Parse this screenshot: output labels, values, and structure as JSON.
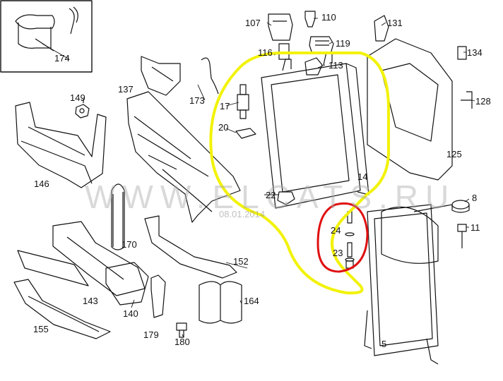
{
  "labels": {
    "p5": "5",
    "p8": "8",
    "p11": "11",
    "p14": "14",
    "p17": "17",
    "p20": "20",
    "p22": "22",
    "p23": "23",
    "p24": "24",
    "p107": "107",
    "p110": "110",
    "p113": "113",
    "p116": "116",
    "p119": "119",
    "p125": "125",
    "p128": "128",
    "p131": "131",
    "p134": "134",
    "p137": "137",
    "p140": "140",
    "p143": "143",
    "p146": "146",
    "p149": "149",
    "p152": "152",
    "p155": "155",
    "p164": "164",
    "p170": "170",
    "p173": "173",
    "p174": "174",
    "p179": "179",
    "p180": "180"
  },
  "watermark": {
    "text": "WWW.ELCATS.RU",
    "date": "08.01.2014"
  },
  "colors": {
    "line": "#111111",
    "highlight_yellow": "#f2f20a",
    "highlight_red": "#e01010",
    "watermark": "#aaaaaa"
  }
}
